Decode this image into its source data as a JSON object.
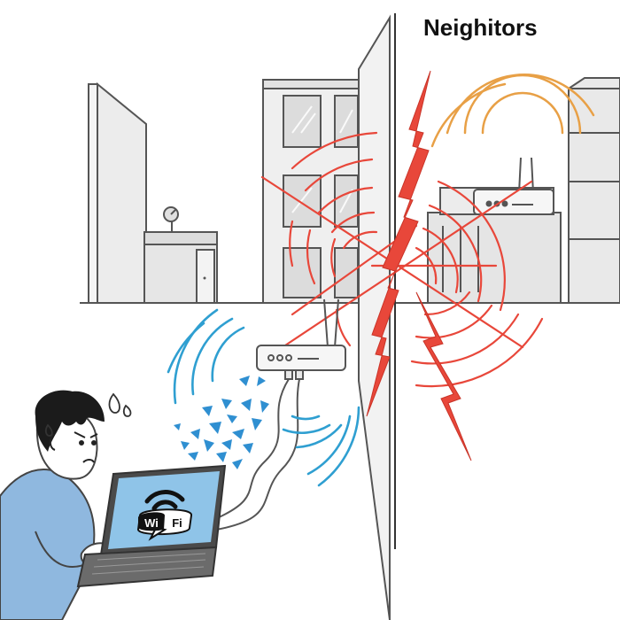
{
  "title": "Neighitors",
  "laptop": {
    "badge_left": "Wi",
    "badge_right": "Fi"
  },
  "colors": {
    "interference": "#e8473a",
    "neighbor_signal": "#e8a046",
    "own_signal": "#2f9fd1",
    "packet": "#2f8fd1",
    "shirt": "#8fb8df",
    "ink": "#333333"
  },
  "icons": [
    "wifi-icon",
    "router-icon",
    "satellite-dish-icon",
    "lightning-bolt-icon",
    "sweat-drop-icon"
  ]
}
